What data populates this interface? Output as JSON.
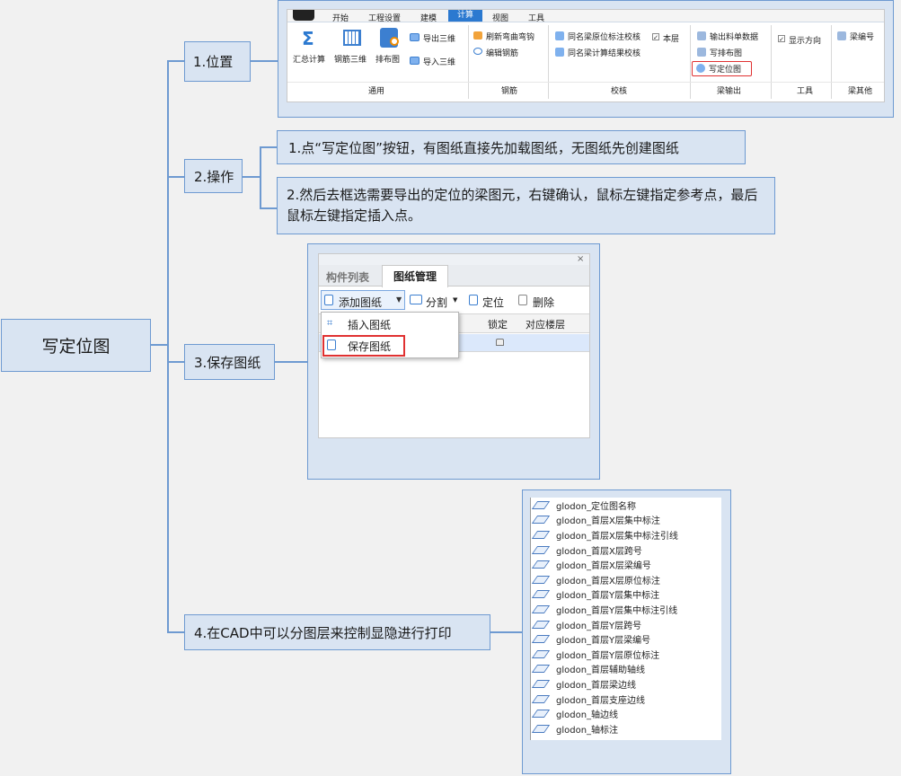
{
  "root": {
    "label": "写定位图"
  },
  "branches": [
    {
      "label": "1.位置"
    },
    {
      "label": "2.操作"
    },
    {
      "label": "3.保存图纸"
    },
    {
      "label": "4.在CAD中可以分图层来控制显隐进行打印"
    }
  ],
  "operation_notes": [
    "1.点“写定位图”按钮，有图纸直接先加载图纸，无图纸先创建图纸",
    "2.然后去框选需要导出的定位的梁图元，右键确认，鼠标左键指定参考点，最后鼠标左键指定插入点。"
  ],
  "ribbon": {
    "tabs": [
      "开始",
      "工程设置",
      "建模",
      "计算",
      "视图",
      "工具"
    ],
    "active_tab": "计算",
    "general": {
      "sum": "汇总计算",
      "rebar3d": "钢筋三维",
      "layout": "排布图",
      "export3d": "导出三维",
      "import3d": "导入三维",
      "group": "通用"
    },
    "rebar": {
      "refresh": "刷新弯曲弯钩",
      "edit": "编辑钢筋",
      "group": "钢筋"
    },
    "check": {
      "check1": "同名梁原位标注校核",
      "check2": "同名梁计算结果校核",
      "floor_checkbox": "本层",
      "group": "校核"
    },
    "beam_output": {
      "bom": "输出料单数据",
      "write_layout": "写排布图",
      "write_position": "写定位图",
      "group": "梁输出"
    },
    "tools": {
      "show_direction": "显示方向",
      "group": "工具"
    },
    "beam_other": {
      "beam_number": "梁编号",
      "group": "梁其他"
    }
  },
  "drawing_panel": {
    "close_glyph": "×",
    "tabs": [
      "构件列表",
      "图纸管理"
    ],
    "active_tab": "图纸管理",
    "toolbar": {
      "add": "添加图纸",
      "split": "分割",
      "locate": "定位",
      "delete": "删除"
    },
    "columns": [
      "锁定",
      "对应楼层"
    ],
    "menu": [
      "插入图纸",
      "保存图纸"
    ]
  },
  "layers": [
    "glodon_定位图名称",
    "glodon_首层X层集中标注",
    "glodon_首层X层集中标注引线",
    "glodon_首层X层跨号",
    "glodon_首层X层梁编号",
    "glodon_首层X层原位标注",
    "glodon_首层Y层集中标注",
    "glodon_首层Y层集中标注引线",
    "glodon_首层Y层跨号",
    "glodon_首层Y层梁编号",
    "glodon_首层Y层原位标注",
    "glodon_首层辅助轴线",
    "glodon_首层梁边线",
    "glodon_首层支座边线",
    "glodon_轴边线",
    "glodon_轴标注"
  ],
  "colors": {
    "accent": "#6e9ad1",
    "node_fill": "#d9e4f2",
    "highlight": "#e03131",
    "tab_active": "#2b79d0"
  }
}
